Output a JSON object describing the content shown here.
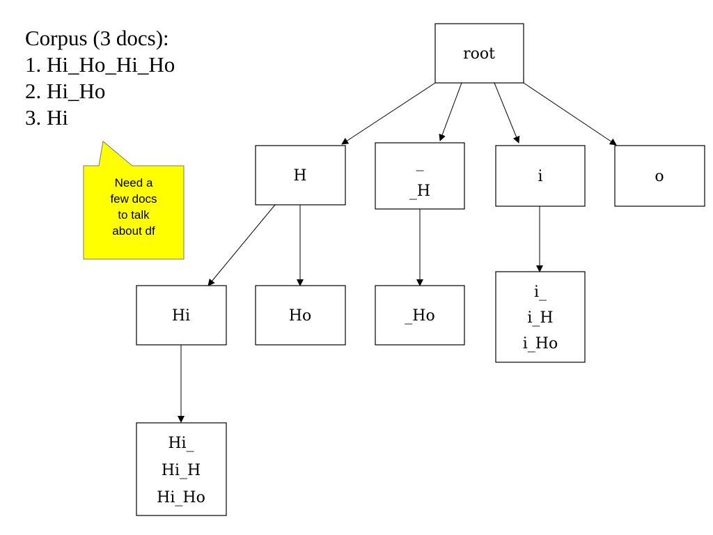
{
  "corpus": {
    "title": "Corpus (3 docs):",
    "docs": [
      "1. Hi_Ho_Hi_Ho",
      "2. Hi_Ho",
      "3. Hi"
    ]
  },
  "callout": {
    "lines": [
      "Need a",
      "few docs",
      "to talk",
      "about df"
    ],
    "fill": "#ffff00"
  },
  "tree": {
    "root": [
      "root"
    ],
    "H": [
      "H"
    ],
    "uH": [
      "_",
      "_H"
    ],
    "i": [
      "i"
    ],
    "o": [
      "o"
    ],
    "Hi": [
      "Hi"
    ],
    "Ho": [
      "Ho"
    ],
    "uHo": [
      "_Ho"
    ],
    "iLeaf": [
      "i_",
      "i_H",
      "i_Ho"
    ],
    "HiLeaf": [
      "Hi_",
      "Hi_H",
      "Hi_Ho"
    ]
  }
}
